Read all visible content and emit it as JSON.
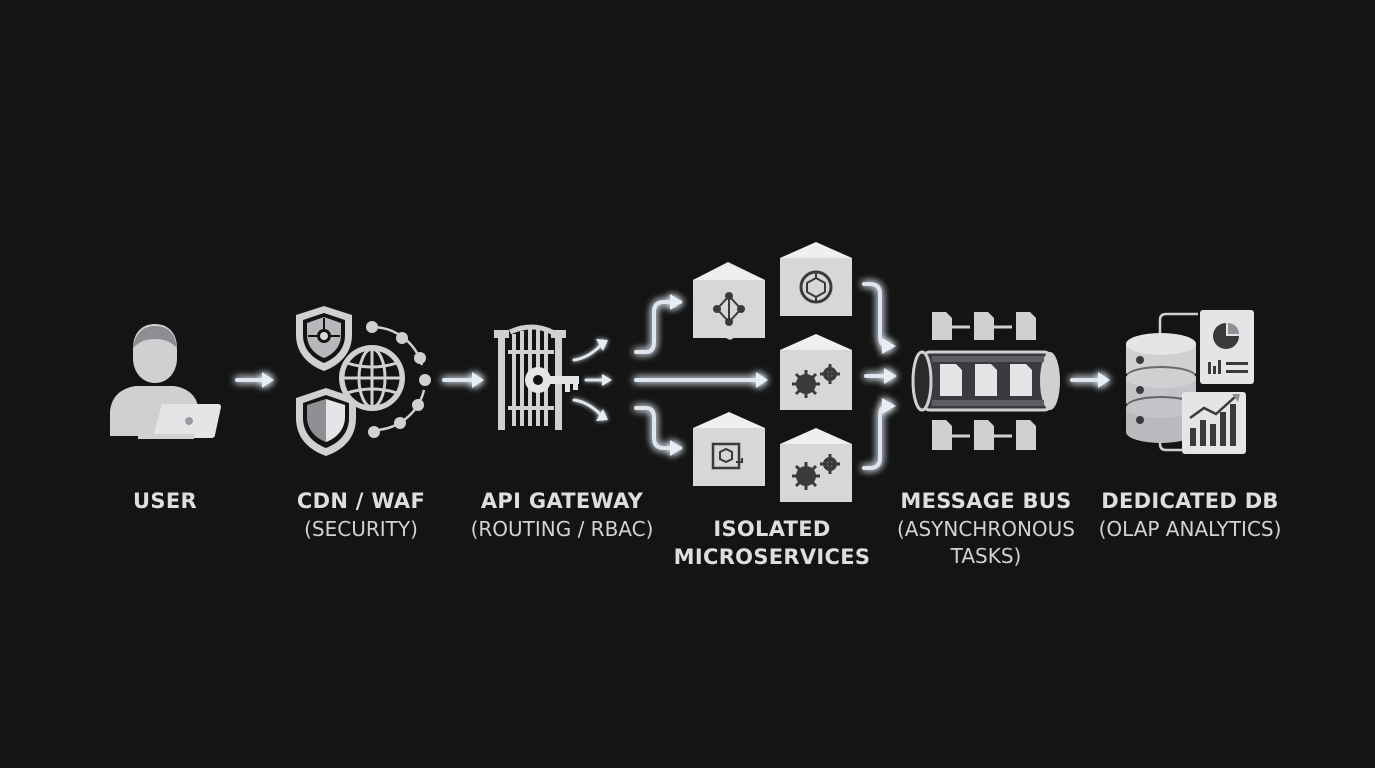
{
  "nodes": {
    "user": {
      "title": "USER"
    },
    "cdn_waf": {
      "title": "CDN / WAF",
      "subtitle": "(SECURITY)"
    },
    "api_gateway": {
      "title": "API GATEWAY",
      "subtitle": "(ROUTING / RBAC)"
    },
    "microservices": {
      "title_line1": "ISOLATED",
      "title_line2": "MICROSERVICES"
    },
    "message_bus": {
      "title": "MESSAGE BUS",
      "subtitle_line1": "(ASYNCHRONOUS",
      "subtitle_line2": "TASKS)"
    },
    "dedicated_db": {
      "title": "DEDICATED DB",
      "subtitle": "(OLAP ANALYTICS)"
    }
  },
  "icons": {
    "user": "user-laptop-icon",
    "cdn_waf": "shield-globe-icon",
    "api_gateway": "gate-key-icon",
    "microservices": "service-cubes-icon",
    "message_bus": "message-queue-icon",
    "dedicated_db": "database-analytics-icon"
  },
  "colors": {
    "background": "#141414",
    "icon": "#cfd0d2",
    "arrow": "#dde6ee",
    "arrow_glow": "#9fd0ff",
    "text": "#dedede"
  }
}
